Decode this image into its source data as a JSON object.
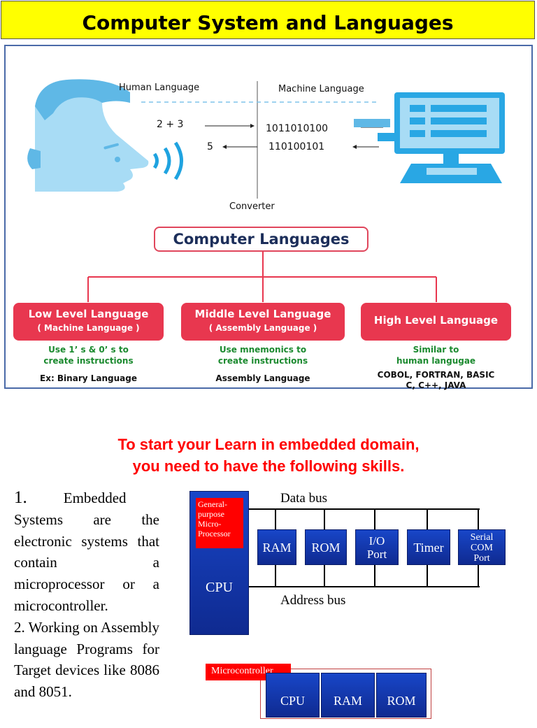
{
  "title": "Computer System and Languages",
  "diagram": {
    "human_language": "Human Language",
    "machine_language": "Machine Language",
    "expr_in": "2 + 3",
    "expr_out": "5",
    "binary_in": "1011010100",
    "binary_out": "110100101",
    "converter": "Converter",
    "computer_languages": "Computer Languages",
    "levels": [
      {
        "title": "Low Level Language",
        "sub": "( Machine Language )",
        "desc1": "Use 1’ s & 0’ s to",
        "desc2": "create instructions",
        "example1": "Ex: Binary Language",
        "example2": ""
      },
      {
        "title": "Middle Level Language",
        "sub": "( Assembly Language )",
        "desc1": "Use mnemonics to",
        "desc2": "create instructions",
        "example1": "Assembly Language",
        "example2": ""
      },
      {
        "title": "High Level Language",
        "sub": "",
        "desc1": "Similar to",
        "desc2": "human langugae",
        "example1": "COBOL, FORTRAN, BASIC",
        "example2": "C, C++, JAVA"
      }
    ],
    "colors": {
      "accent_red": "#e8374f",
      "navy": "#1c2e5a",
      "green": "#1b8a2f",
      "light_blue": "#a8dcf5"
    }
  },
  "heading": {
    "line1": "To start your Learn in embedded domain,",
    "line2": "you need to have the following skills."
  },
  "paragraph": {
    "item1_num": "1.",
    "item1_text": "Embedded Systems are the electronic systems that contain a microprocessor or a microcontroller.",
    "item2_text": "2. Working on Assembly language Programs for Target devices like 8086 and 8051."
  },
  "bus_diagram": {
    "data_bus": "Data bus",
    "address_bus": "Address bus",
    "gp_label": "General-purpose Micro-Processor",
    "cpu": "CPU",
    "blocks": [
      "RAM",
      "ROM",
      "I/O Port",
      "Timer",
      "Serial COM Port"
    ]
  },
  "mcu_diagram": {
    "label": "Microcontroller",
    "blocks": [
      "CPU",
      "RAM",
      "ROM"
    ]
  }
}
